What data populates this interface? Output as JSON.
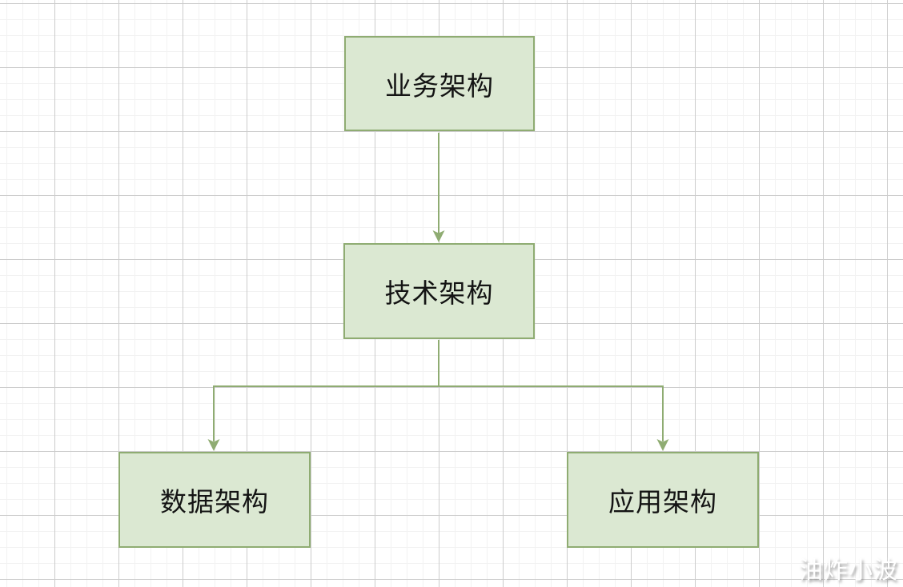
{
  "canvas": {
    "background": "#ffffff",
    "grid_minor_color": "#f2f2f2",
    "grid_major_color": "#cccccc"
  },
  "diagram": {
    "type": "flowchart",
    "nodes": [
      {
        "id": "business-architecture",
        "label": "业务架构"
      },
      {
        "id": "technical-architecture",
        "label": "技术架构"
      },
      {
        "id": "data-architecture",
        "label": "数据架构"
      },
      {
        "id": "application-architecture",
        "label": "应用架构"
      }
    ],
    "edges": [
      {
        "from": "业务架构",
        "to": "技术架构",
        "style": "arrow-down"
      },
      {
        "from": "技术架构",
        "to": "数据架构",
        "style": "orthogonal-arrow"
      },
      {
        "from": "技术架构",
        "to": "应用架构",
        "style": "orthogonal-arrow"
      }
    ],
    "colors": {
      "node_fill": "#dbe8d2",
      "node_border": "#8fac72",
      "connector": "#8fac72",
      "text": "#141414"
    }
  },
  "watermark": {
    "text": "油炸小波",
    "color": "#ffffff"
  }
}
